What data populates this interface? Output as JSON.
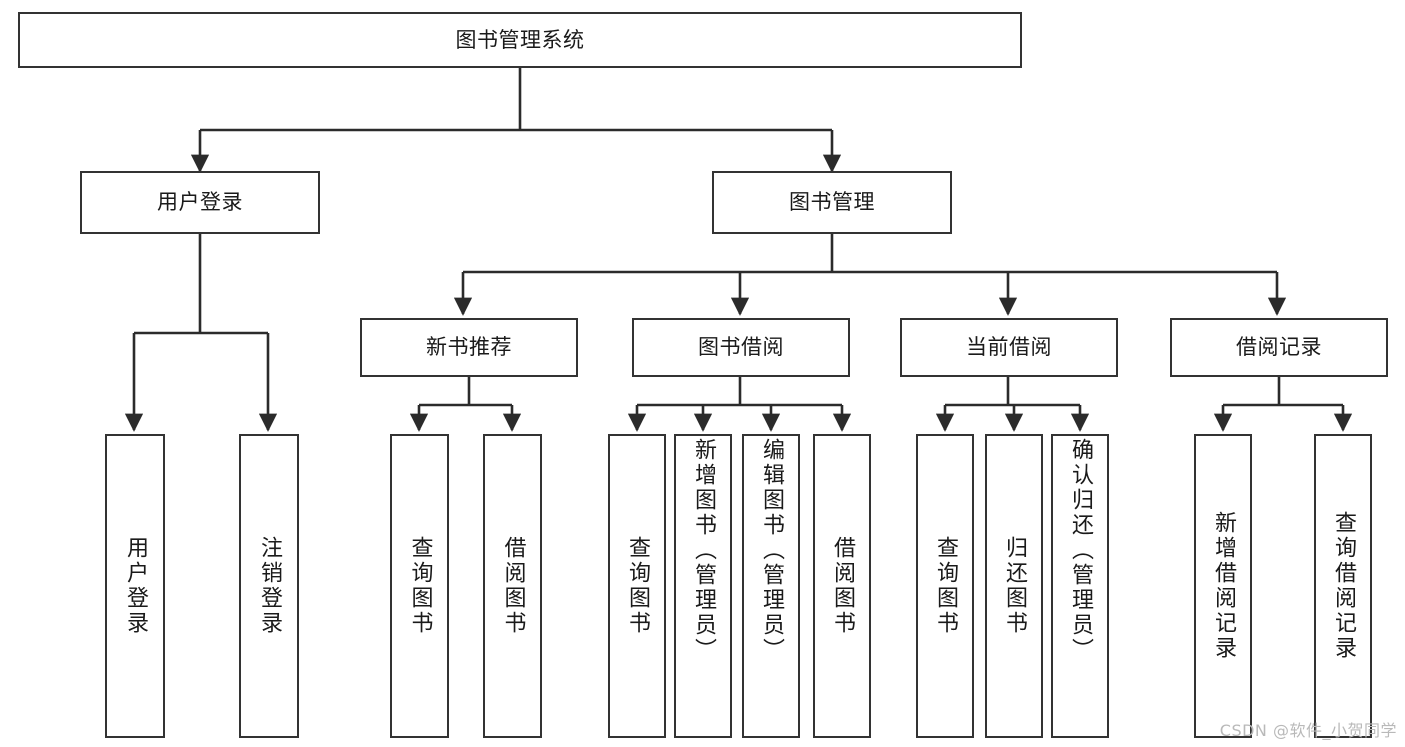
{
  "diagram": {
    "title": "图书管理系统",
    "type": "tree",
    "watermark": "CSDN @软件_小贺同学",
    "colors": {
      "background": "#ffffff",
      "node_fill": "#ffffff",
      "node_border": "#333333",
      "edge": "#2b2b2b",
      "text": "#1a1a1a",
      "watermark": "#b9b9b9"
    },
    "nodes": {
      "root": {
        "label": "图书管理系统"
      },
      "level2": [
        {
          "id": "user-login",
          "label": "用户登录"
        },
        {
          "id": "book-manage",
          "label": "图书管理"
        }
      ],
      "level3": [
        {
          "id": "new-book-rec",
          "label": "新书推荐"
        },
        {
          "id": "book-borrow",
          "label": "图书借阅"
        },
        {
          "id": "current-borrow",
          "label": "当前借阅"
        },
        {
          "id": "borrow-record",
          "label": "借阅记录"
        }
      ],
      "leaves": {
        "user-login": [
          {
            "id": "leaf-user-login",
            "label": "用户登录"
          },
          {
            "id": "leaf-logout",
            "label": "注销登录"
          }
        ],
        "new-book-rec": [
          {
            "id": "leaf-query-book-1",
            "label": "查询图书"
          },
          {
            "id": "leaf-borrow-book-1",
            "label": "借阅图书"
          }
        ],
        "book-borrow": [
          {
            "id": "leaf-query-book-2",
            "label": "查询图书"
          },
          {
            "id": "leaf-add-book",
            "label": "新增图书（管理员）"
          },
          {
            "id": "leaf-edit-book",
            "label": "编辑图书（管理员）"
          },
          {
            "id": "leaf-borrow-book-2",
            "label": "借阅图书"
          }
        ],
        "current-borrow": [
          {
            "id": "leaf-query-book-3",
            "label": "查询图书"
          },
          {
            "id": "leaf-return-book",
            "label": "归还图书"
          },
          {
            "id": "leaf-confirm-return",
            "label": "确认归还（管理员）"
          }
        ],
        "borrow-record": [
          {
            "id": "leaf-add-record",
            "label": "新增借阅记录"
          },
          {
            "id": "leaf-query-record",
            "label": "查询借阅记录"
          }
        ]
      }
    }
  }
}
